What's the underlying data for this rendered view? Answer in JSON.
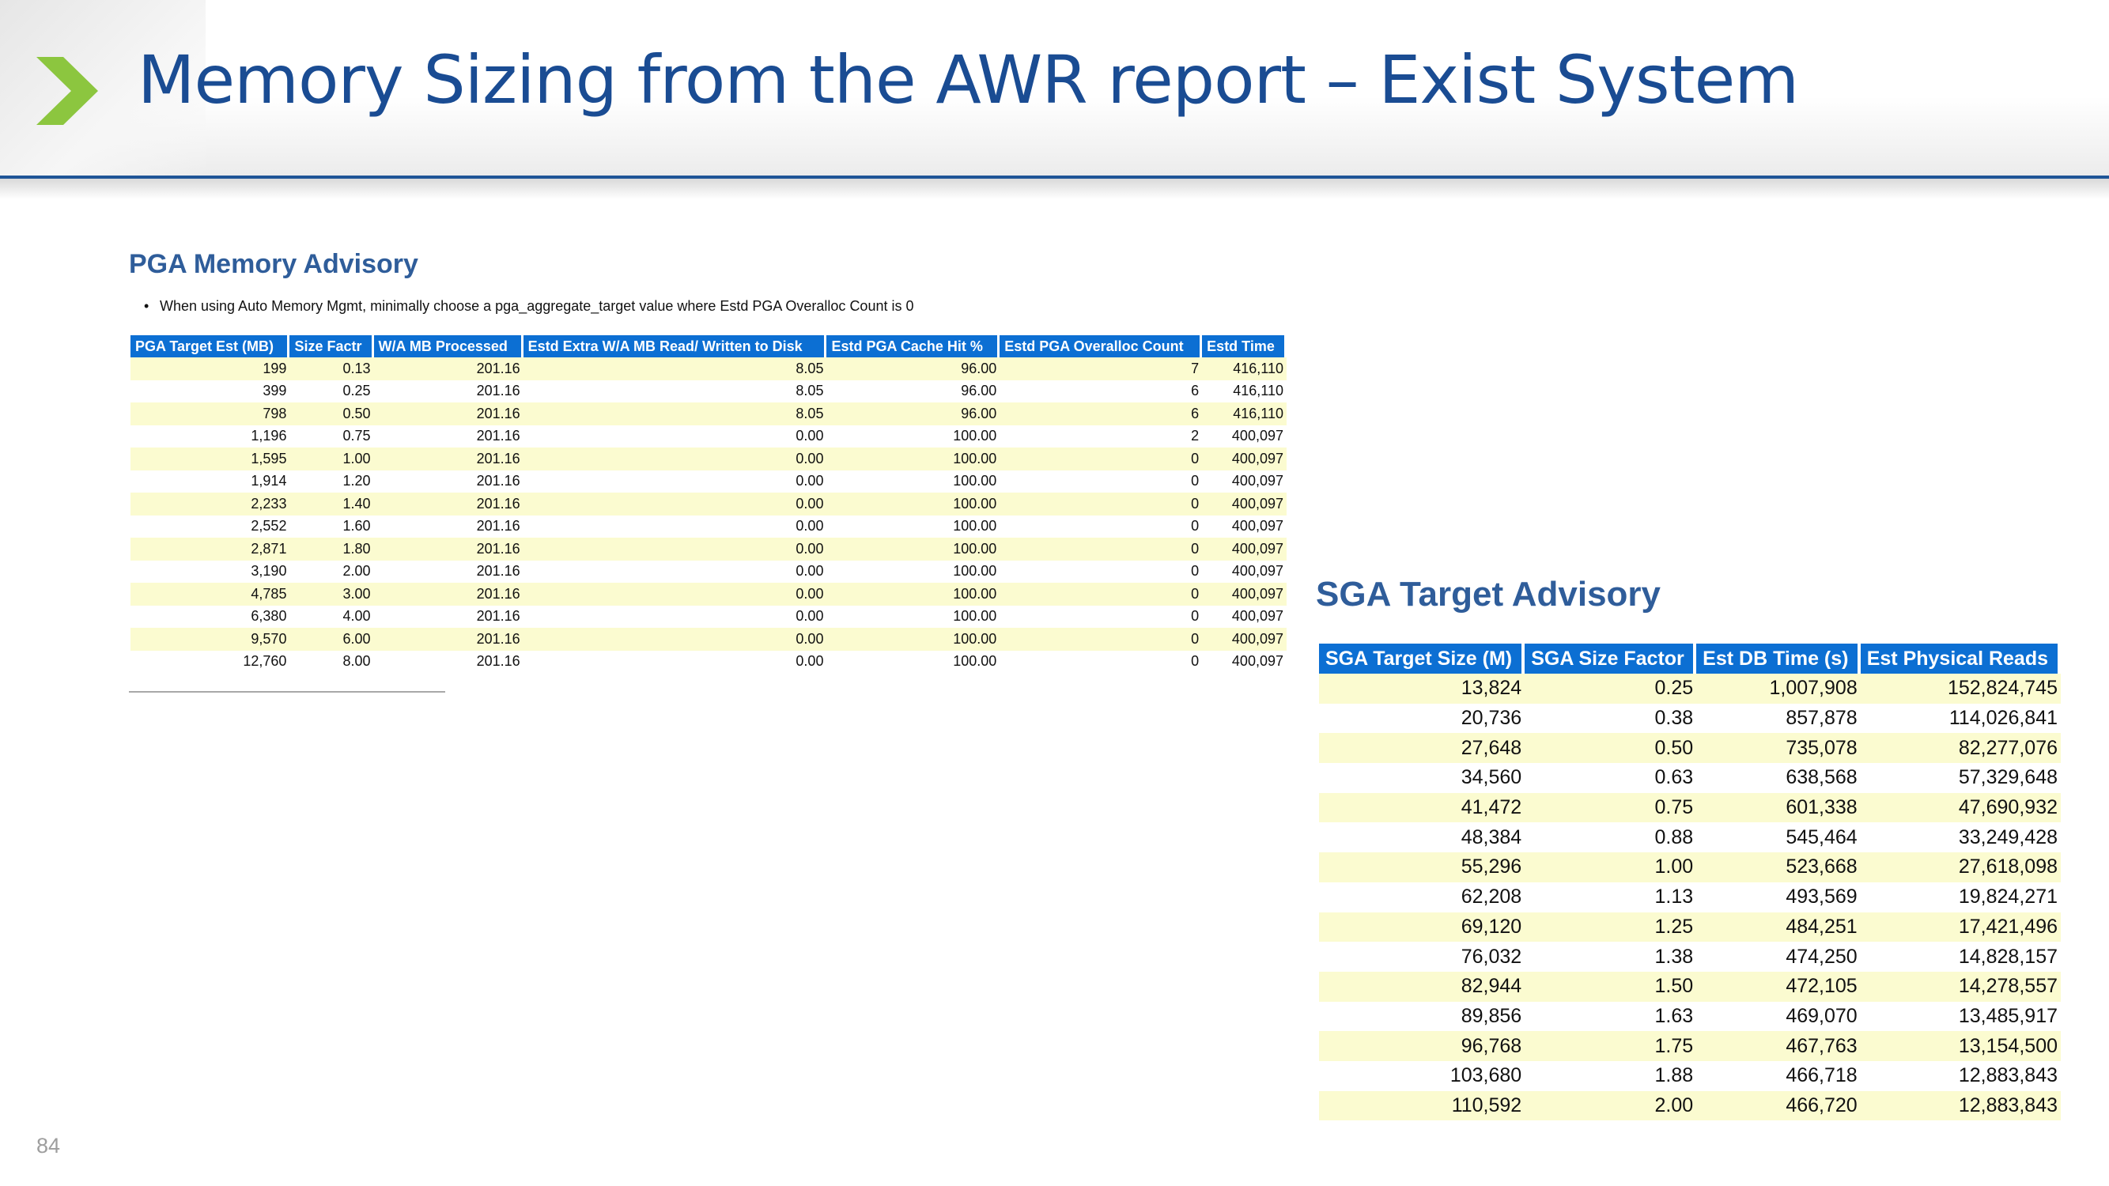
{
  "slide": {
    "title": "Memory Sizing from the AWR report – Exist System",
    "page_number": "84"
  },
  "pga": {
    "heading": "PGA Memory Advisory",
    "note": "When using Auto Memory Mgmt, minimally choose a pga_aggregate_target value where Estd PGA Overalloc Count is 0",
    "headers": [
      "PGA Target Est (MB)",
      "Size Factr",
      "W/A MB Processed",
      "Estd Extra W/A MB Read/ Written to Disk",
      "Estd PGA Cache Hit %",
      "Estd PGA Overalloc Count",
      "Estd Time"
    ],
    "rows": [
      [
        "199",
        "0.13",
        "201.16",
        "8.05",
        "96.00",
        "7",
        "416,110"
      ],
      [
        "399",
        "0.25",
        "201.16",
        "8.05",
        "96.00",
        "6",
        "416,110"
      ],
      [
        "798",
        "0.50",
        "201.16",
        "8.05",
        "96.00",
        "6",
        "416,110"
      ],
      [
        "1,196",
        "0.75",
        "201.16",
        "0.00",
        "100.00",
        "2",
        "400,097"
      ],
      [
        "1,595",
        "1.00",
        "201.16",
        "0.00",
        "100.00",
        "0",
        "400,097"
      ],
      [
        "1,914",
        "1.20",
        "201.16",
        "0.00",
        "100.00",
        "0",
        "400,097"
      ],
      [
        "2,233",
        "1.40",
        "201.16",
        "0.00",
        "100.00",
        "0",
        "400,097"
      ],
      [
        "2,552",
        "1.60",
        "201.16",
        "0.00",
        "100.00",
        "0",
        "400,097"
      ],
      [
        "2,871",
        "1.80",
        "201.16",
        "0.00",
        "100.00",
        "0",
        "400,097"
      ],
      [
        "3,190",
        "2.00",
        "201.16",
        "0.00",
        "100.00",
        "0",
        "400,097"
      ],
      [
        "4,785",
        "3.00",
        "201.16",
        "0.00",
        "100.00",
        "0",
        "400,097"
      ],
      [
        "6,380",
        "4.00",
        "201.16",
        "0.00",
        "100.00",
        "0",
        "400,097"
      ],
      [
        "9,570",
        "6.00",
        "201.16",
        "0.00",
        "100.00",
        "0",
        "400,097"
      ],
      [
        "12,760",
        "8.00",
        "201.16",
        "0.00",
        "100.00",
        "0",
        "400,097"
      ]
    ]
  },
  "sga": {
    "heading": "SGA Target Advisory",
    "headers": [
      "SGA Target Size (M)",
      "SGA Size Factor",
      "Est DB Time (s)",
      "Est Physical Reads"
    ],
    "rows": [
      [
        "13,824",
        "0.25",
        "1,007,908",
        "152,824,745"
      ],
      [
        "20,736",
        "0.38",
        "857,878",
        "114,026,841"
      ],
      [
        "27,648",
        "0.50",
        "735,078",
        "82,277,076"
      ],
      [
        "34,560",
        "0.63",
        "638,568",
        "57,329,648"
      ],
      [
        "41,472",
        "0.75",
        "601,338",
        "47,690,932"
      ],
      [
        "48,384",
        "0.88",
        "545,464",
        "33,249,428"
      ],
      [
        "55,296",
        "1.00",
        "523,668",
        "27,618,098"
      ],
      [
        "62,208",
        "1.13",
        "493,569",
        "19,824,271"
      ],
      [
        "69,120",
        "1.25",
        "484,251",
        "17,421,496"
      ],
      [
        "76,032",
        "1.38",
        "474,250",
        "14,828,157"
      ],
      [
        "82,944",
        "1.50",
        "472,105",
        "14,278,557"
      ],
      [
        "89,856",
        "1.63",
        "469,070",
        "13,485,917"
      ],
      [
        "96,768",
        "1.75",
        "467,763",
        "13,154,500"
      ],
      [
        "103,680",
        "1.88",
        "466,718",
        "12,883,843"
      ],
      [
        "110,592",
        "2.00",
        "466,720",
        "12,883,843"
      ]
    ]
  },
  "colors": {
    "title": "#1a4c93",
    "header_rule": "#1f5597",
    "table_header": "#0c6fd3",
    "row_highlight": "#fbfbd0",
    "logo_chevron": "#8cc63f"
  },
  "icons": {
    "logo": "chevron-right-logo-icon",
    "bullet": "bullet-dot"
  }
}
